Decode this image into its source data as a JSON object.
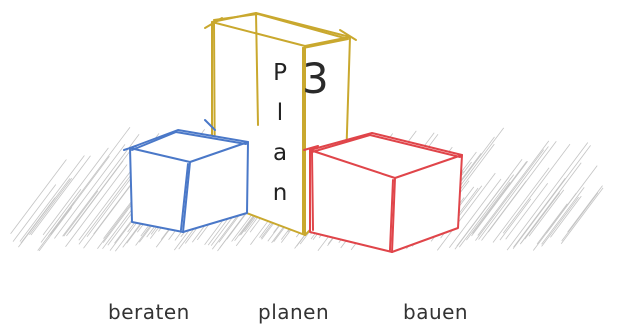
{
  "blocks": {
    "number": "3",
    "vertical_word": [
      "P",
      "l",
      "a",
      "n"
    ]
  },
  "captions": {
    "left": "beraten",
    "center": "planen",
    "right": "bauen"
  },
  "colors": {
    "left_cube": "#4a78c8",
    "center_block": "#c9a82e",
    "right_cube": "#e0454a",
    "hatching": "#bdbdbd"
  }
}
